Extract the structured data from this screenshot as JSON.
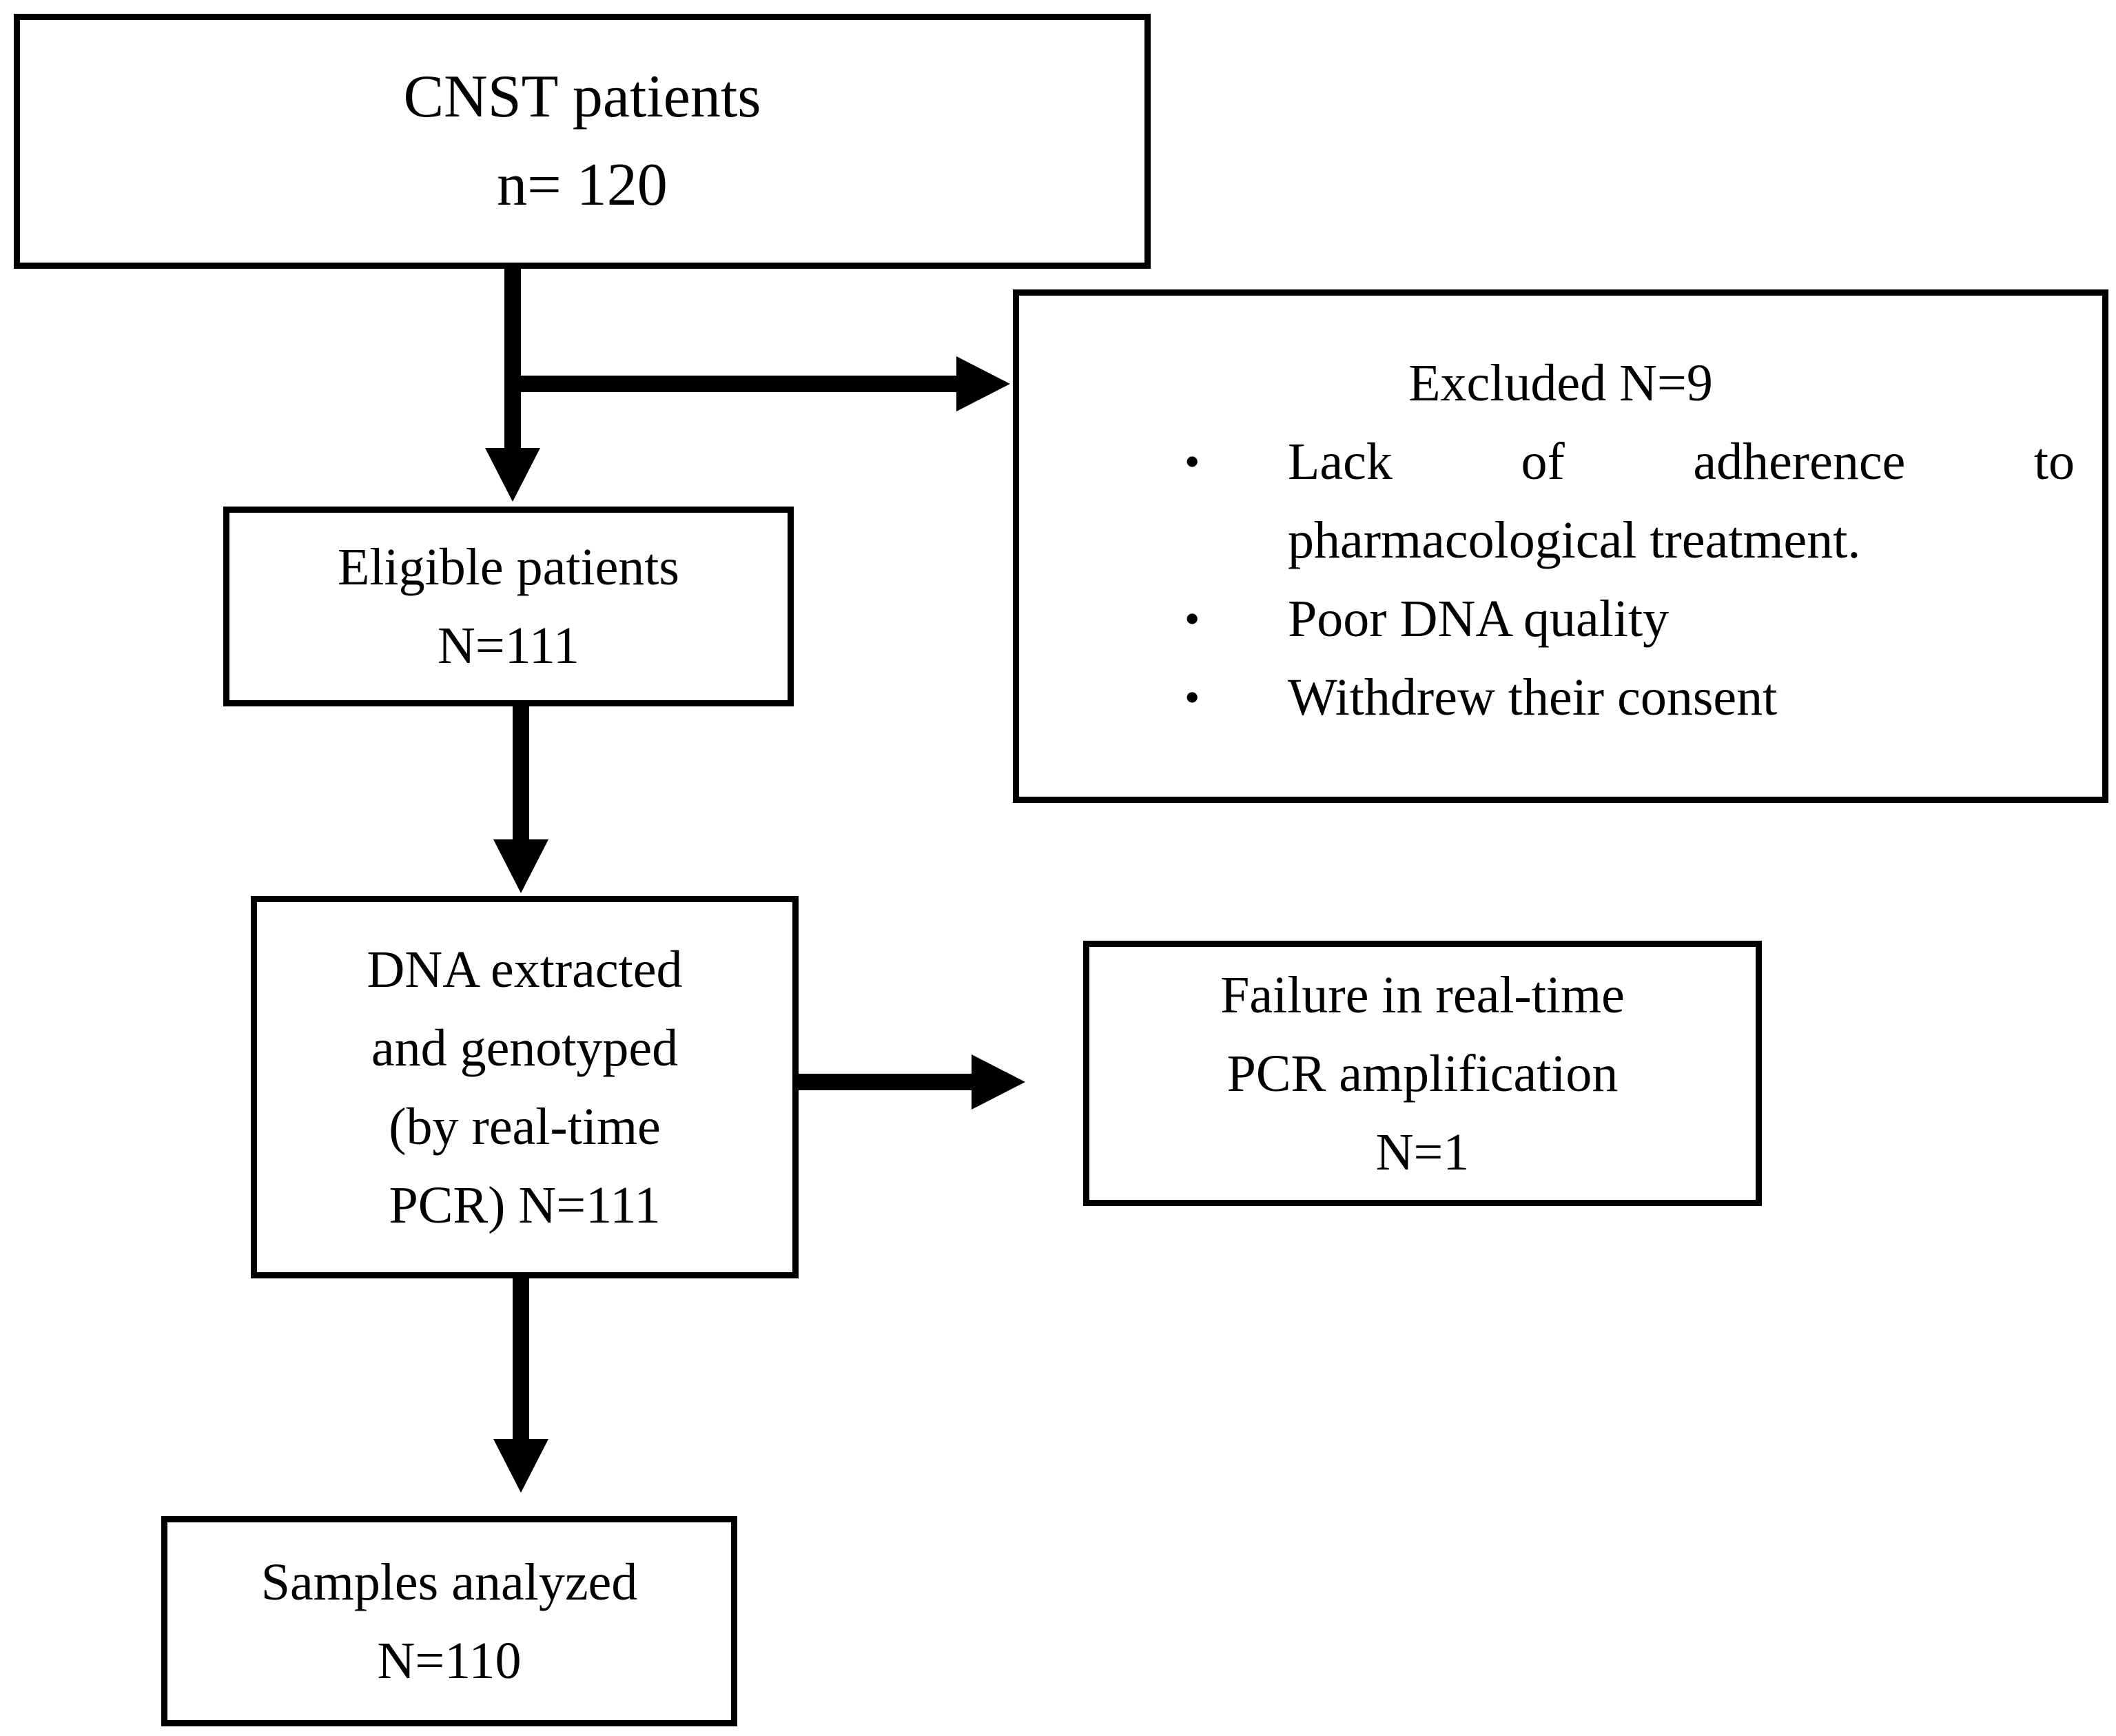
{
  "diagram": {
    "background": "#ffffff",
    "line_color": "#000000",
    "text_color": "#000000",
    "bullet_char": "•",
    "nodes": {
      "cnst": {
        "lines": [
          "CNST patients",
          "n= 120"
        ]
      },
      "excluded": {
        "title": "Excluded N=9",
        "bullets": [
          {
            "lines": [
              "Lack of adherence to",
              "pharmacological treatment."
            ]
          },
          {
            "lines": [
              "Poor DNA quality"
            ]
          },
          {
            "lines": [
              "Withdrew their consent"
            ]
          }
        ]
      },
      "eligible": {
        "lines": [
          "Eligible patients",
          "N=111"
        ]
      },
      "dna": {
        "lines": [
          "DNA extracted",
          "and genotyped",
          "(by real-time",
          "PCR) N=111"
        ]
      },
      "failure": {
        "lines": [
          "Failure in real-time",
          "PCR amplification",
          "N=1"
        ]
      },
      "samples": {
        "lines": [
          "Samples analyzed",
          "N=110"
        ]
      }
    }
  }
}
